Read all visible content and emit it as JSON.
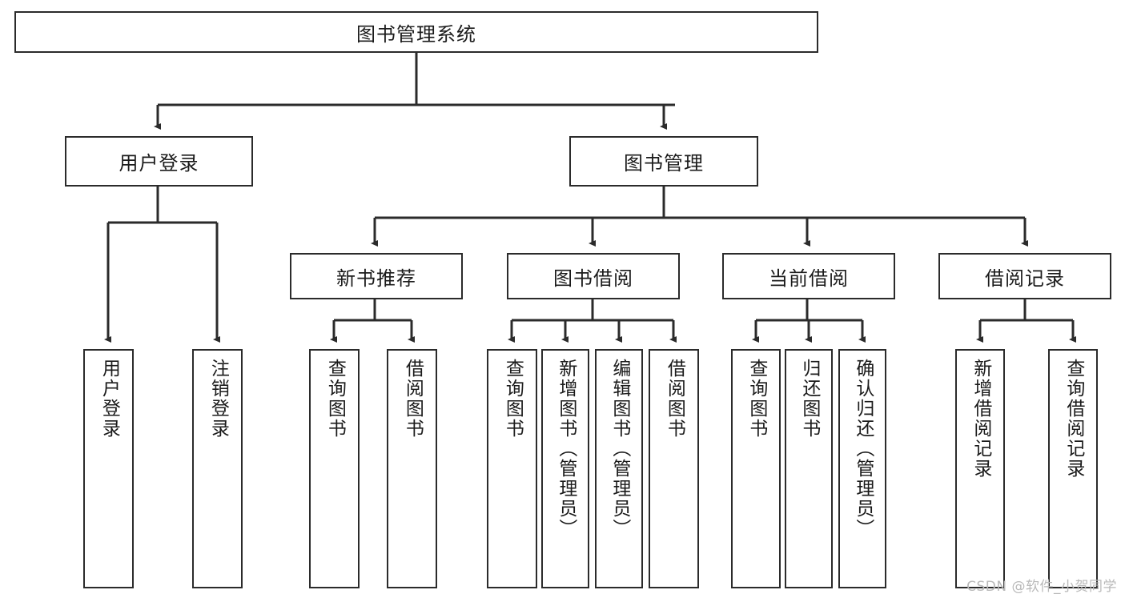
{
  "diagram": {
    "title": "图书管理系统",
    "type": "tree",
    "orientation": "top-down",
    "colors": {
      "box_border": "#2b2b2b",
      "box_fill": "#ffffff",
      "connector": "#2b2b2b",
      "text": "#1b1b1b",
      "watermark": "#b9b9b9",
      "background": "#ffffff"
    },
    "root": {
      "id": "root",
      "label": "图书管理系统",
      "orientation": "horizontal"
    },
    "level2": [
      {
        "id": "user-login",
        "label": "用户登录",
        "orientation": "horizontal"
      },
      {
        "id": "book-management",
        "label": "图书管理",
        "orientation": "horizontal"
      }
    ],
    "level3": [
      {
        "id": "new-book-recommend",
        "label": "新书推荐",
        "orientation": "horizontal",
        "parent": "book-management"
      },
      {
        "id": "book-borrow",
        "label": "图书借阅",
        "orientation": "horizontal",
        "parent": "book-management"
      },
      {
        "id": "current-borrow",
        "label": "当前借阅",
        "orientation": "horizontal",
        "parent": "book-management"
      },
      {
        "id": "borrow-record",
        "label": "借阅记录",
        "orientation": "horizontal",
        "parent": "book-management"
      }
    ],
    "leaves": [
      {
        "id": "leaf-user-login",
        "label": "用户登录",
        "parent": "user-login"
      },
      {
        "id": "leaf-logout-login",
        "label": "注销登录",
        "parent": "user-login"
      },
      {
        "id": "leaf-query-book-1",
        "label": "查询图书",
        "parent": "new-book-recommend"
      },
      {
        "id": "leaf-borrow-book-1",
        "label": "借阅图书",
        "parent": "new-book-recommend"
      },
      {
        "id": "leaf-query-book-2",
        "label": "查询图书",
        "parent": "book-borrow"
      },
      {
        "id": "leaf-add-book",
        "label": "新增图书（管理员）",
        "parent": "book-borrow"
      },
      {
        "id": "leaf-edit-book",
        "label": "编辑图书（管理员）",
        "parent": "book-borrow"
      },
      {
        "id": "leaf-borrow-book-2",
        "label": "借阅图书",
        "parent": "book-borrow"
      },
      {
        "id": "leaf-query-book-3",
        "label": "查询图书",
        "parent": "current-borrow"
      },
      {
        "id": "leaf-return-book",
        "label": "归还图书",
        "parent": "current-borrow"
      },
      {
        "id": "leaf-confirm-return",
        "label": "确认归还（管理员）",
        "parent": "current-borrow"
      },
      {
        "id": "leaf-add-record",
        "label": "新增借阅记录",
        "parent": "borrow-record"
      },
      {
        "id": "leaf-query-record",
        "label": "查询借阅记录",
        "parent": "borrow-record"
      }
    ]
  },
  "watermark": {
    "text": "CSDN @软件_小贺同学"
  }
}
